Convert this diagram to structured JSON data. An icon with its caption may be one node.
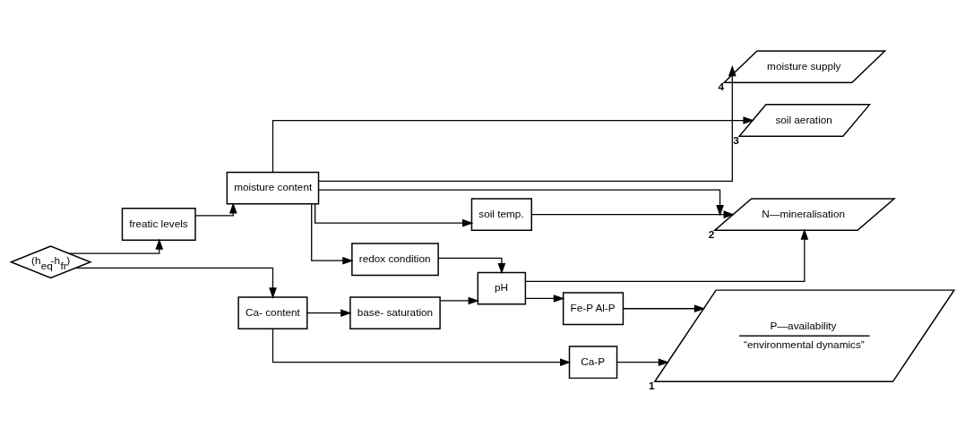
{
  "diagram": {
    "nodes": [
      {
        "text": [
          "(h$_{eq}$-h$_{fr}$)"
        ]
      },
      {
        "text": [
          "freatic levels"
        ]
      },
      {
        "text": [
          "moisture content"
        ]
      },
      {
        "text": [
          "soil temp."
        ]
      },
      {
        "text": [
          "redox condition"
        ]
      },
      {
        "text": [
          "Ca- content"
        ]
      },
      {
        "text": [
          "base- saturation"
        ]
      },
      {
        "text": [
          "pH"
        ]
      },
      {
        "text": [
          "Fe-P Al-P"
        ]
      },
      {
        "text": [
          "Ca-P"
        ]
      },
      {
        "text": [
          "moisture supply"
        ],
        "beside": [
          "4"
        ]
      },
      {
        "text": [
          "soil aeration"
        ],
        "beside": [
          "3"
        ]
      },
      {
        "text": [
          "N—mineralisation"
        ],
        "beside": [
          "2"
        ]
      },
      {
        "text": [
          "P—availability",
          "“environmental dynamics”"
        ],
        "beside": [
          "1"
        ]
      }
    ],
    "edges": [
      {
        "from": 0,
        "to": 1,
        "arrow": "to"
      },
      {
        "from": 0,
        "to": 5,
        "arrow": "to"
      },
      {
        "from": 1,
        "to": 2,
        "arrow": "to"
      },
      {
        "from": 2,
        "to": 10,
        "arrow": "to"
      },
      {
        "from": 2,
        "to": 11,
        "arrow": "to"
      },
      {
        "from": 2,
        "to": 12,
        "arrow": "to"
      },
      {
        "from": 2,
        "to": 3,
        "arrow": "to"
      },
      {
        "from": 3,
        "to": 12,
        "arrow": "to"
      },
      {
        "from": 2,
        "to": 4,
        "arrow": "to"
      },
      {
        "from": 4,
        "to": 7,
        "arrow": "to"
      },
      {
        "from": 7,
        "to": 12,
        "arrow": "to"
      },
      {
        "from": 5,
        "to": 6,
        "arrow": "to"
      },
      {
        "from": 6,
        "to": 7,
        "arrow": "to"
      },
      {
        "from": 7,
        "to": 8,
        "arrow": "to"
      },
      {
        "from": 5,
        "to": 9,
        "arrow": "to"
      },
      {
        "from": 8,
        "to": 13,
        "arrow": "to"
      },
      {
        "from": 9,
        "to": 13,
        "arrow": "to"
      }
    ]
  }
}
